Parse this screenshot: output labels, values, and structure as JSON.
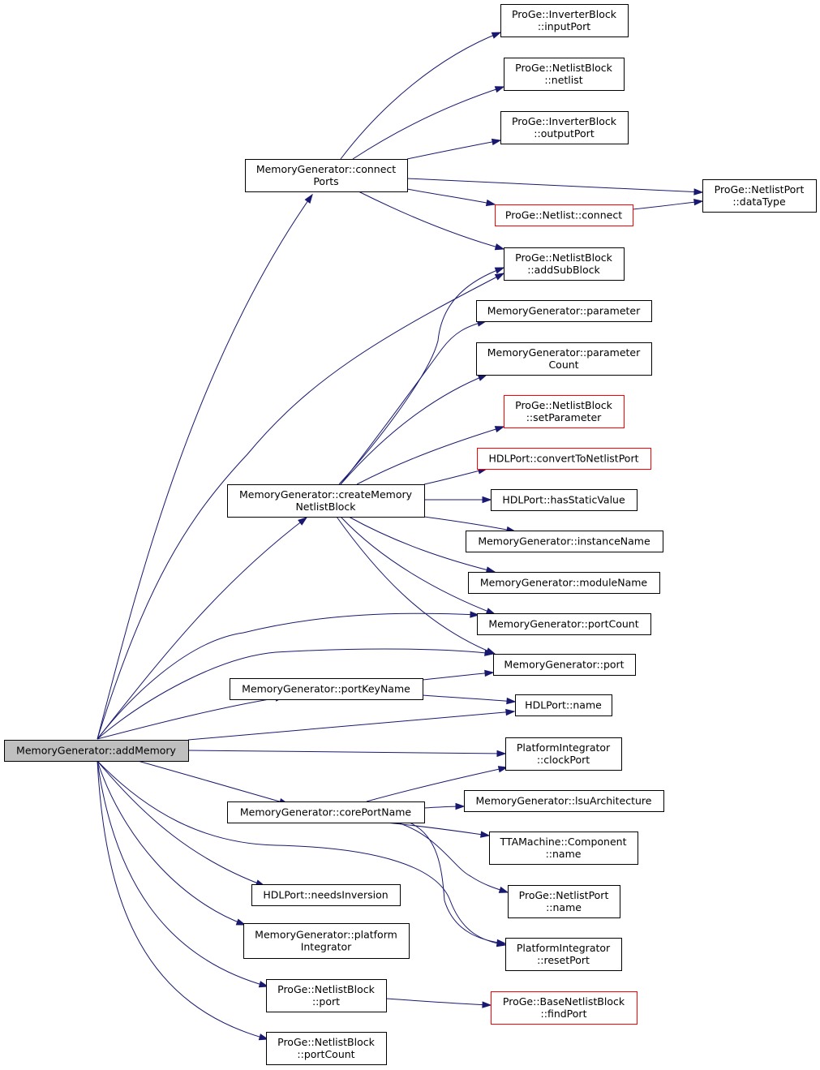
{
  "colors": {
    "edge": "#191970",
    "node_border": "#000000",
    "node_border_red": "#ff0000",
    "root_fill": "#bfbfbf"
  },
  "nodes": {
    "addMemory": {
      "lines": [
        "MemoryGenerator::addMemory"
      ],
      "root": true
    },
    "connectPorts": {
      "lines": [
        "MemoryGenerator::connect",
        "Ports"
      ]
    },
    "createMemoryNetlistBlock": {
      "lines": [
        "MemoryGenerator::createMemory",
        "NetlistBlock"
      ]
    },
    "portKeyName": {
      "lines": [
        "MemoryGenerator::portKeyName"
      ]
    },
    "corePortName": {
      "lines": [
        "MemoryGenerator::corePortName"
      ]
    },
    "needsInversion": {
      "lines": [
        "HDLPort::needsInversion"
      ]
    },
    "platformIntegrator": {
      "lines": [
        "MemoryGenerator::platform",
        "Integrator"
      ]
    },
    "nlbPort": {
      "lines": [
        "ProGe::NetlistBlock",
        "::port"
      ]
    },
    "nlbPortCount": {
      "lines": [
        "ProGe::NetlistBlock",
        "::portCount"
      ]
    },
    "invInputPort": {
      "lines": [
        "ProGe::InverterBlock",
        "::inputPort"
      ]
    },
    "nlbNetlist": {
      "lines": [
        "ProGe::NetlistBlock",
        "::netlist"
      ]
    },
    "invOutputPort": {
      "lines": [
        "ProGe::InverterBlock",
        "::outputPort"
      ]
    },
    "netlistConnect": {
      "lines": [
        "ProGe::Netlist::connect"
      ],
      "red": true
    },
    "nlpDataType": {
      "lines": [
        "ProGe::NetlistPort",
        "::dataType"
      ]
    },
    "addSubBlock": {
      "lines": [
        "ProGe::NetlistBlock",
        "::addSubBlock"
      ]
    },
    "parameter": {
      "lines": [
        "MemoryGenerator::parameter"
      ]
    },
    "parameterCount": {
      "lines": [
        "MemoryGenerator::parameter",
        "Count"
      ]
    },
    "setParameter": {
      "lines": [
        "ProGe::NetlistBlock",
        "::setParameter"
      ],
      "red": true
    },
    "convertToNetlistPort": {
      "lines": [
        "HDLPort::convertToNetlistPort"
      ],
      "red": true
    },
    "hasStaticValue": {
      "lines": [
        "HDLPort::hasStaticValue"
      ]
    },
    "instanceName": {
      "lines": [
        "MemoryGenerator::instanceName"
      ]
    },
    "moduleName": {
      "lines": [
        "MemoryGenerator::moduleName"
      ]
    },
    "portCount": {
      "lines": [
        "MemoryGenerator::portCount"
      ]
    },
    "mgPort": {
      "lines": [
        "MemoryGenerator::port"
      ]
    },
    "hdlName": {
      "lines": [
        "HDLPort::name"
      ]
    },
    "clockPort": {
      "lines": [
        "PlatformIntegrator",
        "::clockPort"
      ]
    },
    "lsuArchitecture": {
      "lines": [
        "MemoryGenerator::lsuArchitecture"
      ]
    },
    "compName": {
      "lines": [
        "TTAMachine::Component",
        "::name"
      ]
    },
    "nlpName": {
      "lines": [
        "ProGe::NetlistPort",
        "::name"
      ]
    },
    "resetPort": {
      "lines": [
        "PlatformIntegrator",
        "::resetPort"
      ]
    },
    "findPort": {
      "lines": [
        "ProGe::BaseNetlistBlock",
        "::findPort"
      ],
      "red": true
    }
  }
}
